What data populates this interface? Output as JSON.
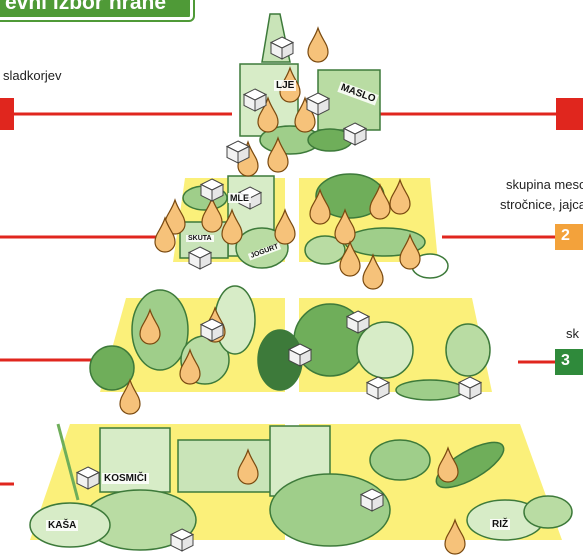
{
  "title": "evni izbor hrane",
  "side_labels": {
    "sugar": "sladkorjev",
    "meat_group_line1": "skupina meso",
    "meat_group_line2": "stročnice, jajca",
    "produce_group": "sk"
  },
  "level_badges": {
    "meat": "2",
    "produce": "3"
  },
  "food_labels": {
    "lje": "LJE",
    "maslo": "MASLO",
    "mleko": "MLE",
    "skuta": "SKUTA",
    "jogurt": "JOGURT",
    "kosmici": "KOSMIČI",
    "kasa": "KAŠA",
    "riz": "RIŽ"
  },
  "colors": {
    "banner_green": "#4f9a37",
    "red": "#e0261e",
    "orange": "#f3a23b",
    "green": "#2f8a3b",
    "band_yellow": "#fbf07a",
    "food_green": "#9fce8a",
    "food_dark": "#3d7a3a"
  },
  "icons": [
    "sugar-cube-icon",
    "fat-drop-icon"
  ]
}
